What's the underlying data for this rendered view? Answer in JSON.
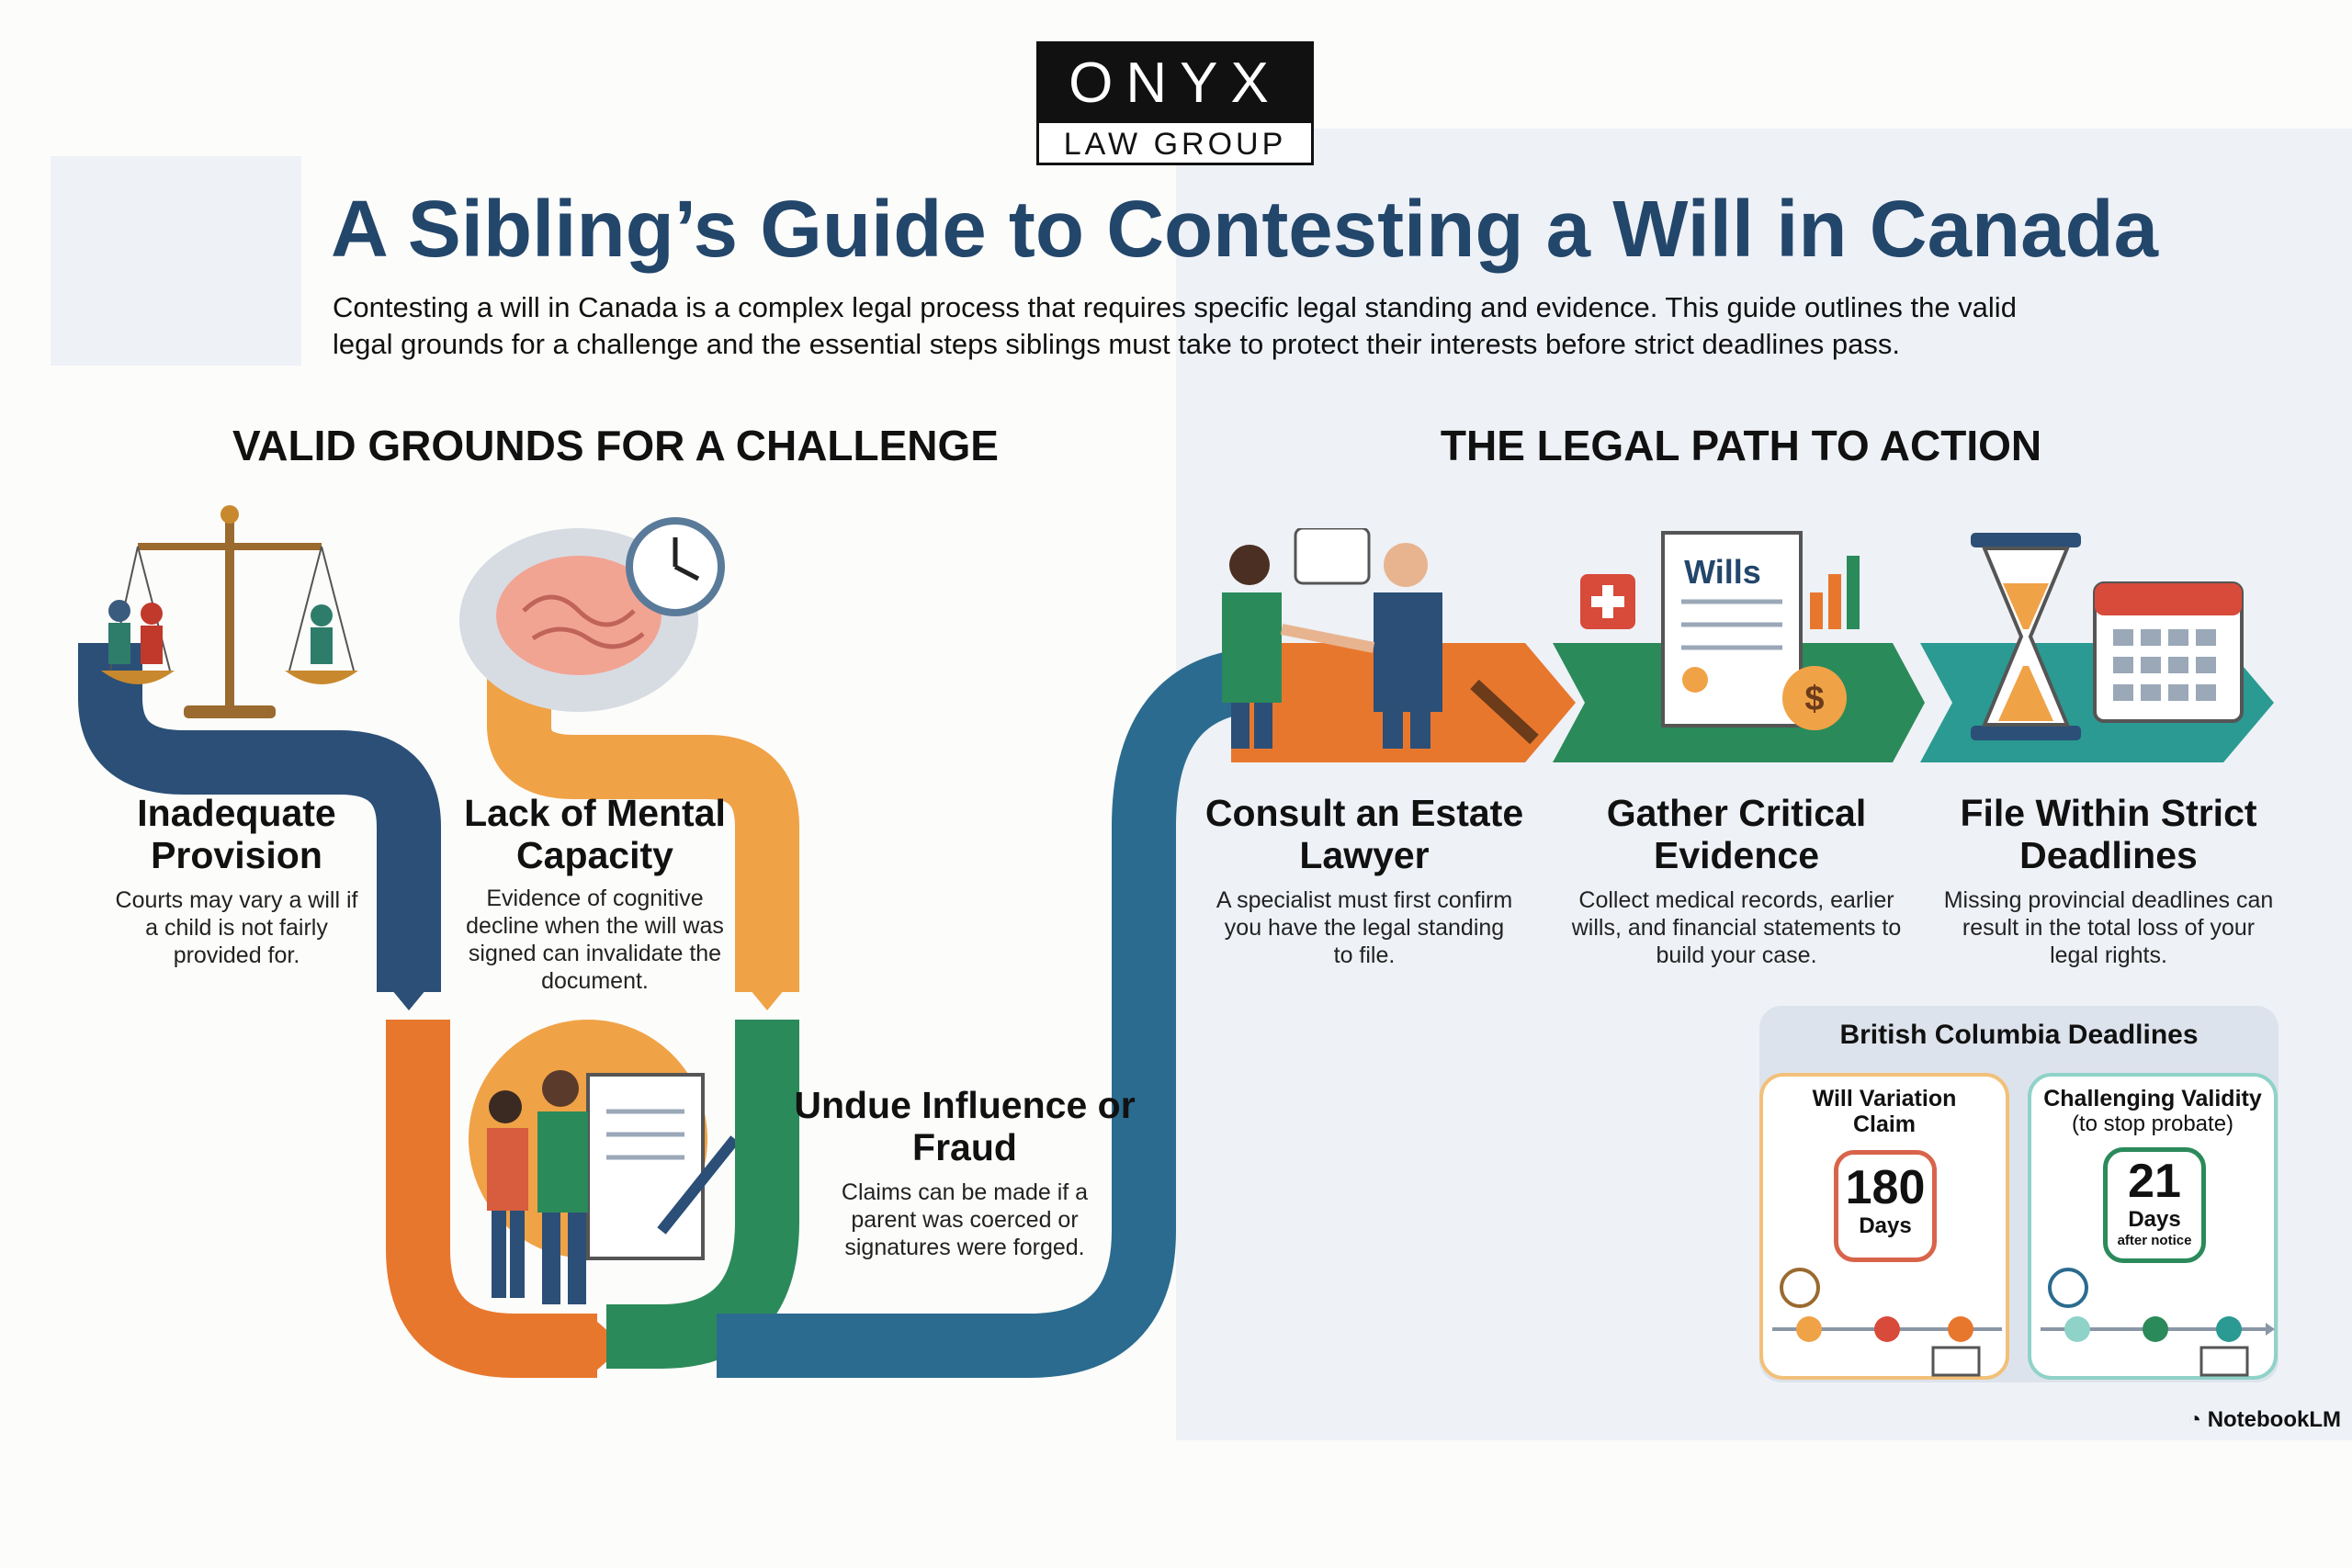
{
  "logo": {
    "top": "ONYX",
    "bottom": "LAW GROUP"
  },
  "title": "A Sibling’s Guide to Contesting a Will in Canada",
  "intro": "Contesting a will in Canada is a complex legal process that requires specific legal standing and evidence. This guide outlines the valid legal grounds for a challenge and the essential steps siblings must take to protect their interests before strict deadlines pass.",
  "left_section": {
    "heading": "VALID GROUNDS FOR A CHALLENGE",
    "items": [
      {
        "title": "Inadequate Provision",
        "text": "Courts may vary a will if a child is not fairly provided for.",
        "icon": "scales-of-justice-icon"
      },
      {
        "title": "Lack of Mental Capacity",
        "text": "Evidence of cognitive decline when the will was signed can invalidate the document.",
        "icon": "brain-clock-icon"
      },
      {
        "title": "Undue Influence or Fraud",
        "text": "Claims can be made if a parent was coerced or signatures were forged.",
        "icon": "signing-document-icon"
      }
    ]
  },
  "right_section": {
    "heading": "THE LEGAL PATH TO ACTION",
    "steps": [
      {
        "title": "Consult an Estate Lawyer",
        "text": "A specialist must first confirm you have the legal standing to file.",
        "icon": "handshake-lawyer-icon"
      },
      {
        "title": "Gather Critical Evidence",
        "text": "Collect medical records, earlier wills, and financial statements to build your case.",
        "icon": "wills-document-icon",
        "doc_label": "Wills"
      },
      {
        "title": "File Within Strict Deadlines",
        "text": "Missing provincial deadlines can result in the total loss of your legal rights.",
        "icon": "hourglass-calendar-icon"
      }
    ]
  },
  "deadlines": {
    "title": "British Columbia Deadlines",
    "cards": [
      {
        "label": "Will Variation Claim",
        "sublabel": "",
        "number": "180",
        "unit": "Days",
        "note": "",
        "color": "#e0813e"
      },
      {
        "label": "Challenging Validity",
        "sublabel": "(to stop probate)",
        "number": "21",
        "unit": "Days",
        "note": "after notice",
        "color": "#2f9e7e"
      }
    ]
  },
  "credit": "NotebookLM",
  "colors": {
    "navy": "#23466b",
    "orange": "#e8772e",
    "teal": "#2a9a92",
    "green": "#2b8a5a",
    "blue": "#2b5e86"
  }
}
